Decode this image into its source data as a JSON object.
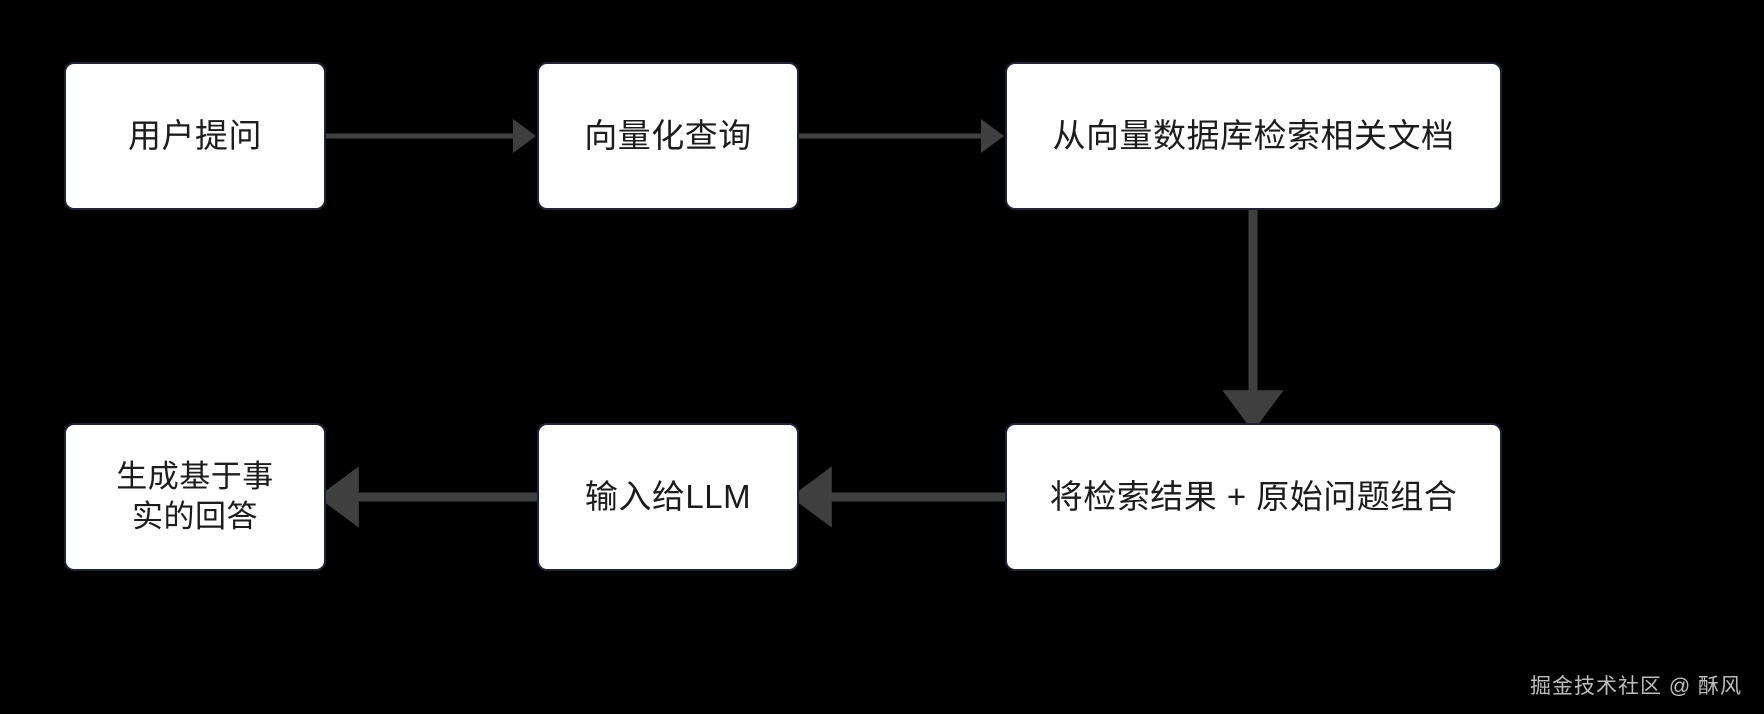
{
  "diagram": {
    "type": "flowchart",
    "direction": "left-to-right, then right-to-left",
    "background_color": "#000000",
    "node_fill_color": "#ffffff",
    "node_border_color": "#1f2430",
    "node_text_color": "#1c1c1c",
    "edge_color": "#3f3f3f",
    "nodes": [
      {
        "id": "user-question",
        "label": "用户提问"
      },
      {
        "id": "vectorize-query",
        "label": "向量化查询"
      },
      {
        "id": "retrieve-docs",
        "label": "从向量数据库检索相关文档"
      },
      {
        "id": "combine",
        "label": "将检索结果 + 原始问题组合"
      },
      {
        "id": "input-llm",
        "label": "输入给LLM"
      },
      {
        "id": "generate-answer",
        "label": "生成基于事\n实的回答"
      }
    ],
    "edges": [
      {
        "from": "user-question",
        "to": "vectorize-query",
        "direction": "right"
      },
      {
        "from": "vectorize-query",
        "to": "retrieve-docs",
        "direction": "right"
      },
      {
        "from": "retrieve-docs",
        "to": "combine",
        "direction": "down"
      },
      {
        "from": "combine",
        "to": "input-llm",
        "direction": "left"
      },
      {
        "from": "input-llm",
        "to": "generate-answer",
        "direction": "left"
      }
    ]
  },
  "watermark": {
    "text": "掘金技术社区 @ 酥风"
  }
}
